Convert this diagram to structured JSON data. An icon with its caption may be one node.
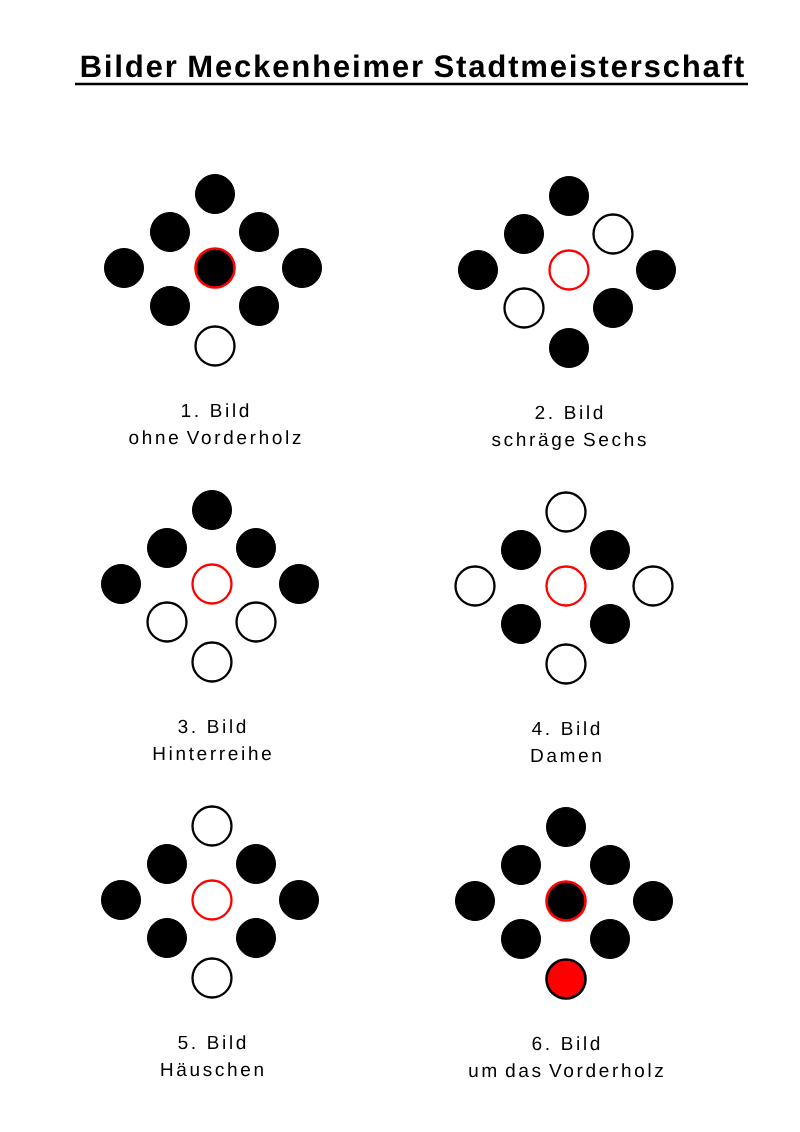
{
  "diagram": {
    "title": "Bilder Meckenheimer Stadtmeisterschaft",
    "labels": [
      "1. Bild",
      "ohne Vorderholz",
      "2. Bild",
      "schräge Sechs",
      "3. Bild",
      "Hinterreihe",
      "4. Bild",
      "Damen",
      "5. Bild",
      "Häuschen",
      "6. Bild",
      "um das Vorderholz"
    ]
  }
}
